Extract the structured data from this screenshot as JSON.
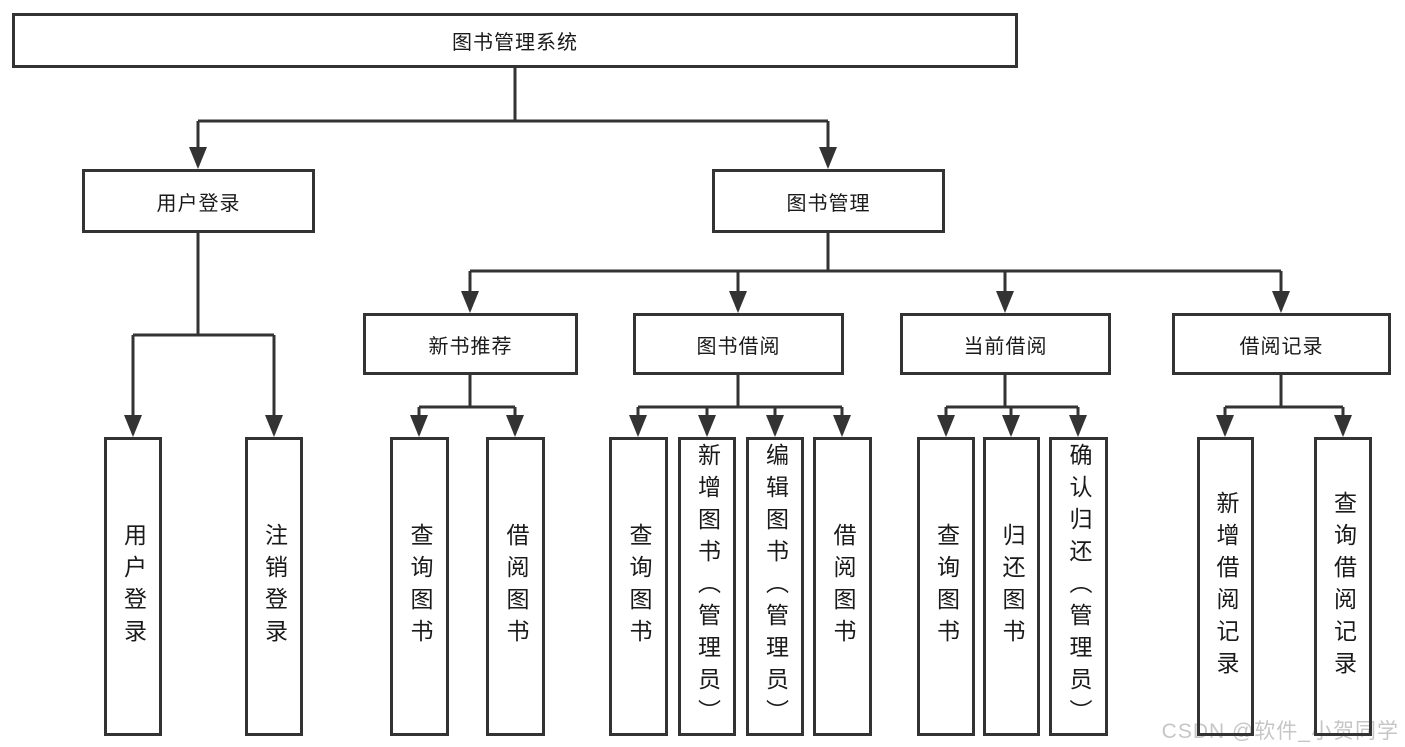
{
  "diagram_title": "图书管理系统",
  "tree": {
    "root": {
      "label": "图书管理系统"
    },
    "level2": [
      {
        "label": "用户登录"
      },
      {
        "label": "图书管理"
      }
    ],
    "level3": [
      {
        "parent": "图书管理",
        "label": "新书推荐"
      },
      {
        "parent": "图书管理",
        "label": "图书借阅"
      },
      {
        "parent": "图书管理",
        "label": "当前借阅"
      },
      {
        "parent": "图书管理",
        "label": "借阅记录"
      }
    ],
    "leaves": [
      {
        "parent": "用户登录",
        "label": "用户登录"
      },
      {
        "parent": "用户登录",
        "label": "注销登录"
      },
      {
        "parent": "新书推荐",
        "label": "查询图书"
      },
      {
        "parent": "新书推荐",
        "label": "借阅图书"
      },
      {
        "parent": "图书借阅",
        "label": "查询图书"
      },
      {
        "parent": "图书借阅",
        "label": "新增图书（管理员）"
      },
      {
        "parent": "图书借阅",
        "label": "编辑图书（管理员）"
      },
      {
        "parent": "图书借阅",
        "label": "借阅图书"
      },
      {
        "parent": "当前借阅",
        "label": "查询图书"
      },
      {
        "parent": "当前借阅",
        "label": "归还图书"
      },
      {
        "parent": "当前借阅",
        "label": "确认归还（管理员）"
      },
      {
        "parent": "借阅记录",
        "label": "新增借阅记录"
      },
      {
        "parent": "借阅记录",
        "label": "查询借阅记录"
      }
    ]
  },
  "watermark": {
    "text": "CSDN @软件_小贺同学"
  },
  "colors": {
    "line": "#333333",
    "text": "#1a1a1a",
    "watermark": "#c6c6c6",
    "background": "#ffffff"
  }
}
